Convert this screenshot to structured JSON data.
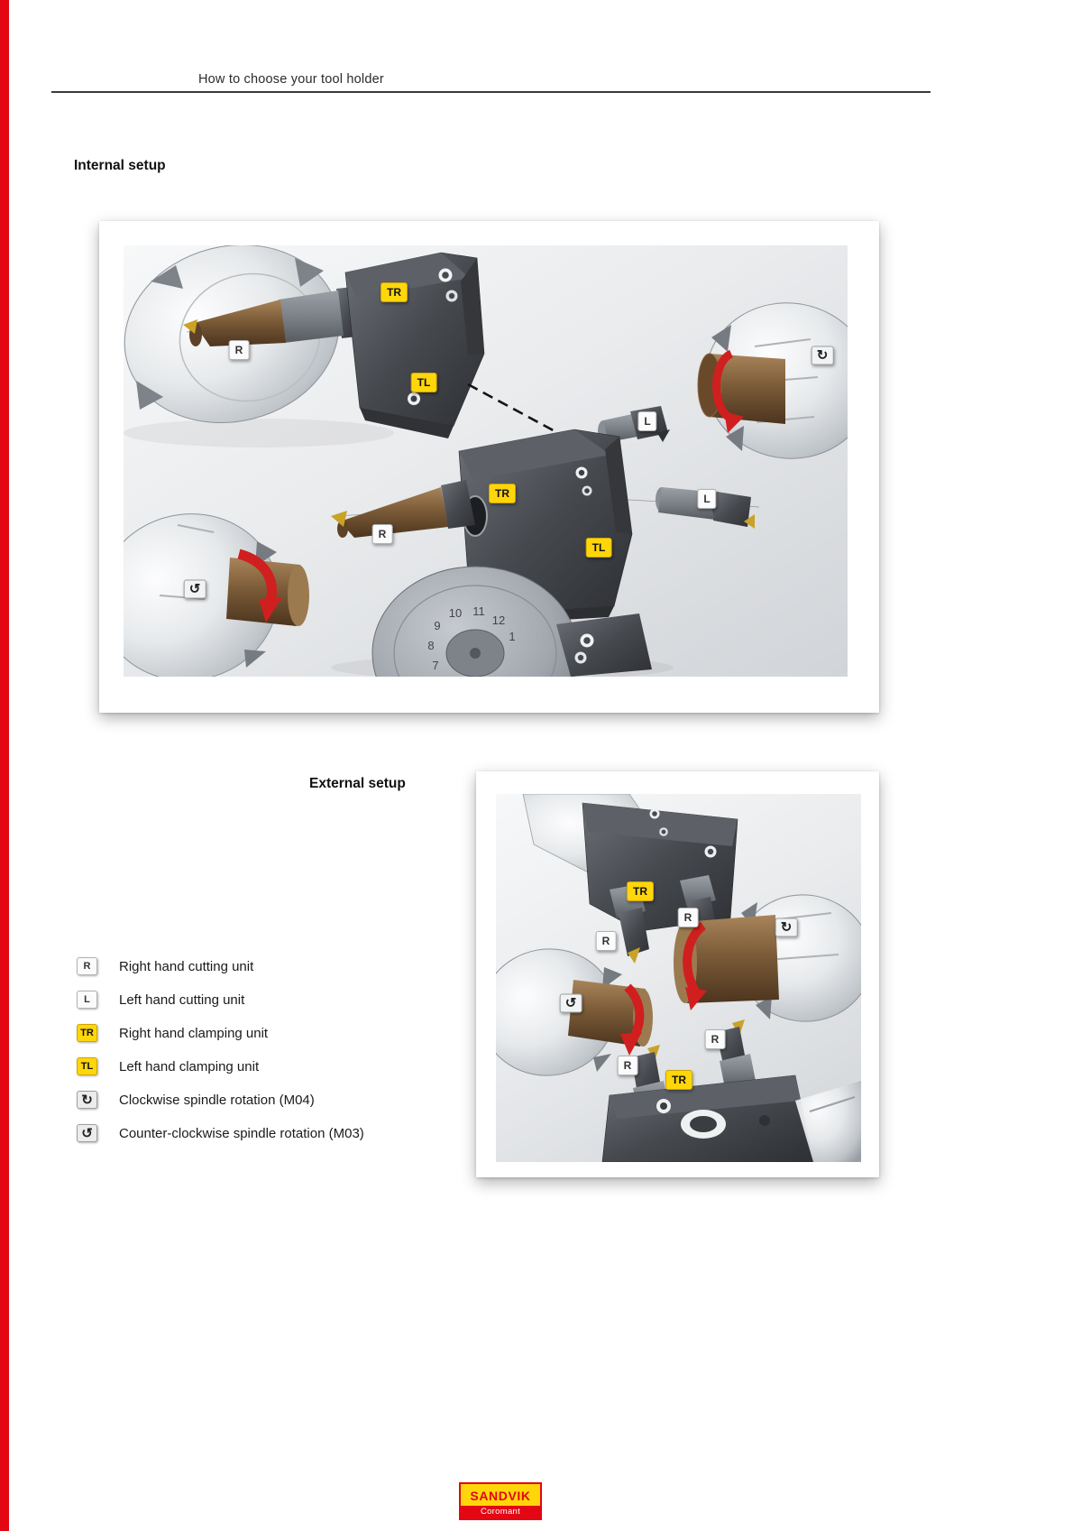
{
  "page": {
    "header": "How to choose your tool holder",
    "internal_title": "Internal setup",
    "external_title": "External setup"
  },
  "tags": {
    "r": "R",
    "l": "L",
    "tr": "TR",
    "tl": "TL",
    "cw": "↻",
    "ccw": "↺"
  },
  "figures": {
    "internal": {
      "turret_numbers": [
        "7",
        "8",
        "9",
        "10",
        "11",
        "12",
        "1"
      ]
    }
  },
  "legend": [
    {
      "icon": "R",
      "text": "Right hand cutting unit"
    },
    {
      "icon": "L",
      "text": "Left hand cutting unit"
    },
    {
      "icon": "TR",
      "text": "Right hand clamping unit"
    },
    {
      "icon": "TL",
      "text": "Left hand clamping unit"
    },
    {
      "icon": "↻",
      "text": "Clockwise spindle rotation (M04)"
    },
    {
      "icon": "↺",
      "text": "Counter-clockwise spindle rotation (M03)"
    }
  ],
  "logo": {
    "brand": "SANDVIK",
    "sub": "Coromant"
  }
}
